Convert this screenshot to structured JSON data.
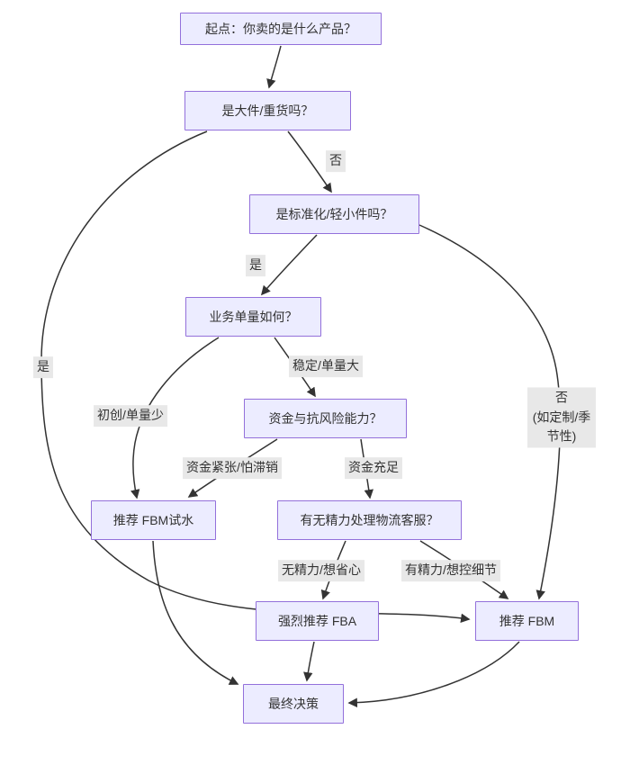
{
  "diagram": {
    "type": "flowchart",
    "nodes": {
      "start": {
        "label": "起点：你卖的是什么产品？"
      },
      "heavy": {
        "label": "是大件/重货吗？"
      },
      "standard": {
        "label": "是标准化/轻小件吗？"
      },
      "volume": {
        "label": "业务单量如何？"
      },
      "capital": {
        "label": "资金与抗风险能力？"
      },
      "fbm_trial": {
        "label": "推荐 FBM试水"
      },
      "energy": {
        "label": "有无精力处理物流客服？"
      },
      "fba": {
        "label": "强烈推荐 FBA"
      },
      "fbm": {
        "label": "推荐 FBM"
      },
      "final": {
        "label": "最终决策"
      }
    },
    "edge_labels": {
      "heavy_no": "否",
      "heavy_yes": "是",
      "standard_yes": "是",
      "standard_no": "否\n(如定制/季节性)",
      "volume_stable": "稳定/单量大",
      "volume_startup": "初创/单量少",
      "capital_tight": "资金紧张/怕滞销",
      "capital_enough": "资金充足",
      "energy_no": "无精力/想省心",
      "energy_yes": "有精力/想控细节"
    },
    "colors": {
      "node_fill": "#ECECFF",
      "node_border": "#9370DB",
      "edge": "#333333",
      "label_bg": "#e8e8e8",
      "text": "#333333"
    }
  }
}
